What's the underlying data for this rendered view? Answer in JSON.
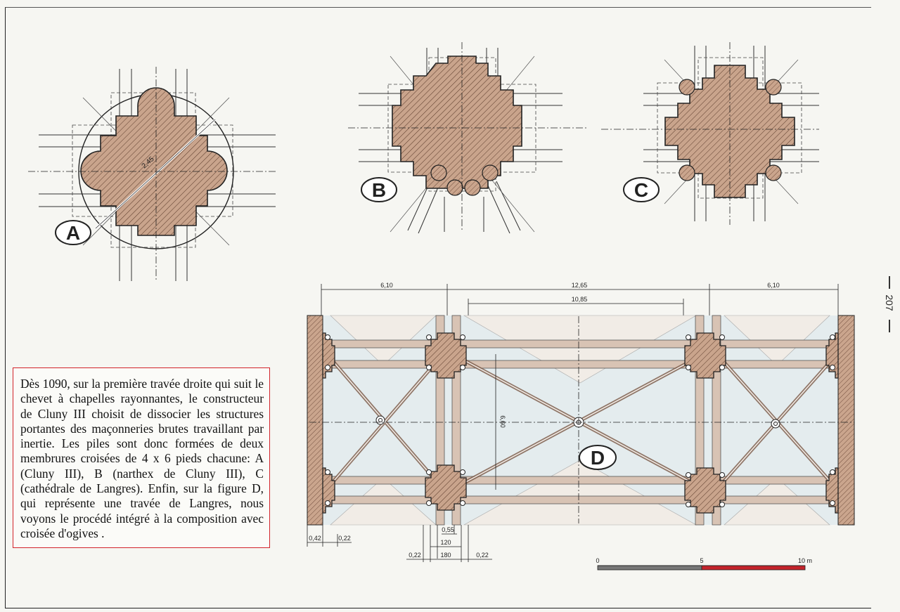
{
  "page_number": "207",
  "caption": "Dès 1090, sur la première travée droite qui suit le chevet à chapelles rayonnantes, le constructeur de Cluny III choisit de dissocier les structures portantes des maçonneries brutes travaillant par inertie. Les piles sont donc formées de deux membrures croisées de 4 x 6 pieds chacune: A (Cluny III), B (narthex de Cluny III), C (cathédrale de Langres). Enfin, sur la figure D, qui représente une travée de Langres, nous voyons le procédé intégré à la composition avec croisée d'ogives .",
  "figures": {
    "a": {
      "letter": "A",
      "dimension": "2,45"
    },
    "b": {
      "letter": "B"
    },
    "c": {
      "letter": "C"
    },
    "d": {
      "letter": "D"
    }
  },
  "dimensions": {
    "top_left": "6,10",
    "top_mid": "12,65",
    "top_right": "6,10",
    "inner": "10,85",
    "vertical": "6,60",
    "left_a": "0,42",
    "left_b": "0,22",
    "d_055": "0,55",
    "d_120": "120",
    "bottom_022_left": "0,22",
    "bottom_180": "180",
    "bottom_022_right": "0,22"
  },
  "scale": {
    "zero": "0",
    "mid": "5",
    "end": "10 m"
  },
  "colors": {
    "pier_fill": "#c9a48c",
    "hatch": "#5a3a2a",
    "beam_fill": "#d8c3b4",
    "vault_fill": "#e6eef0",
    "caption_border": "#d2232a",
    "scale_red": "#c4232b"
  }
}
